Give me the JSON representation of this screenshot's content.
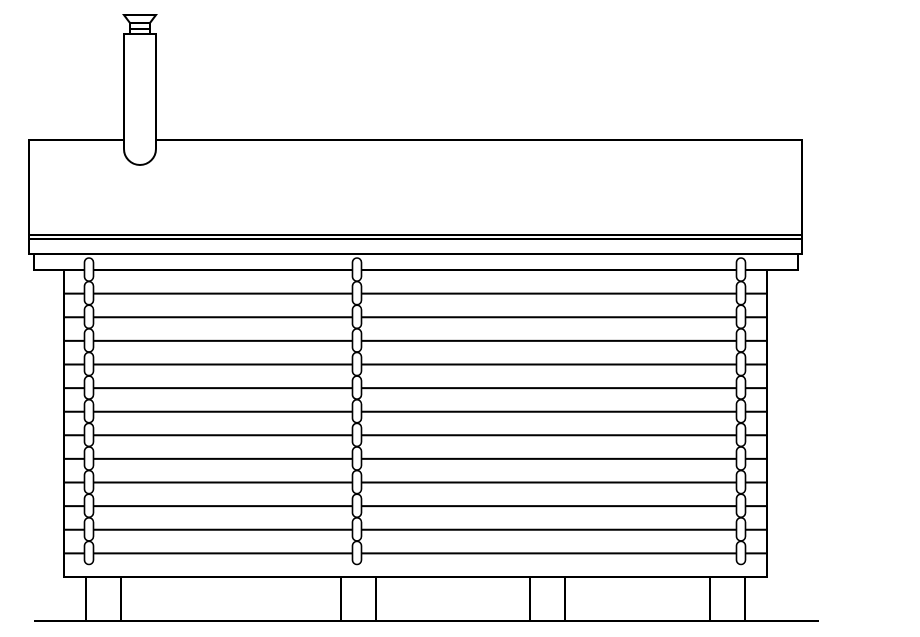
{
  "drawing": {
    "kind": "log cabin side elevation line drawing",
    "stroke_color": "#000000",
    "background_color": "#ffffff",
    "log_course_count": 13,
    "corner_notch_column_count": 3,
    "foundation_pier_count": 4
  }
}
